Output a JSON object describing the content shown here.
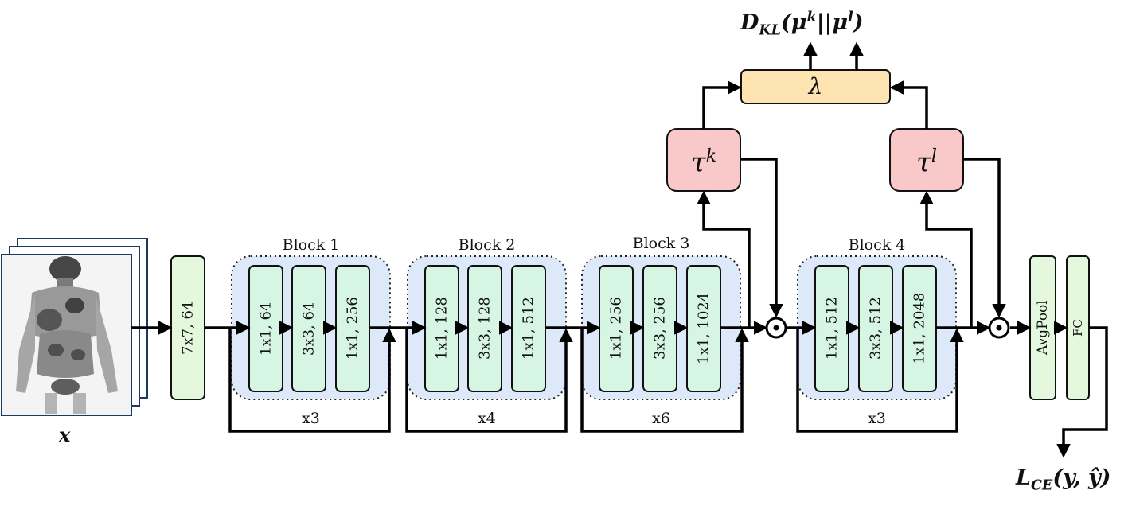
{
  "input": {
    "symbol": "x"
  },
  "stem": {
    "label": "7x7, 64"
  },
  "blocks": [
    {
      "title": "Block 1",
      "repeat": "x3",
      "convs": [
        "1x1, 64",
        "3x3, 64",
        "1x1, 256"
      ]
    },
    {
      "title": "Block 2",
      "repeat": "x4",
      "convs": [
        "1x1, 128",
        "3x3, 128",
        "1x1, 512"
      ]
    },
    {
      "title": "Block 3",
      "repeat": "x6",
      "convs": [
        "1x1, 256",
        "3x3, 256",
        "1x1, 1024"
      ]
    },
    {
      "title": "Block 4",
      "repeat": "x3",
      "convs": [
        "1x1, 512",
        "3x3, 512",
        "1x1, 2048"
      ]
    }
  ],
  "head": {
    "pool": "AvgPool",
    "fc": "FC"
  },
  "attention": {
    "tau_base": "τ",
    "tau_k_sup": "k",
    "tau_l_sup": "l",
    "lambda": "λ",
    "multiply_symbol": "⊙"
  },
  "losses": {
    "kl": {
      "base": "D",
      "sub": "KL",
      "args": "(μ",
      "sup1": "k",
      "mid": "||μ",
      "sup2": "l",
      "close": ")"
    },
    "ce": {
      "base": "L",
      "sub": "CE",
      "args": "(y, ŷ)"
    }
  },
  "colors": {
    "conv_fill": "#d6f5e3",
    "conv_stroke": "#111111",
    "block_bg": "#dde9f8",
    "stem_fill": "#e3f8dc",
    "tau_fill": "#f9c9c9",
    "lambda_fill": "#fde4b0",
    "line": "#000000"
  }
}
